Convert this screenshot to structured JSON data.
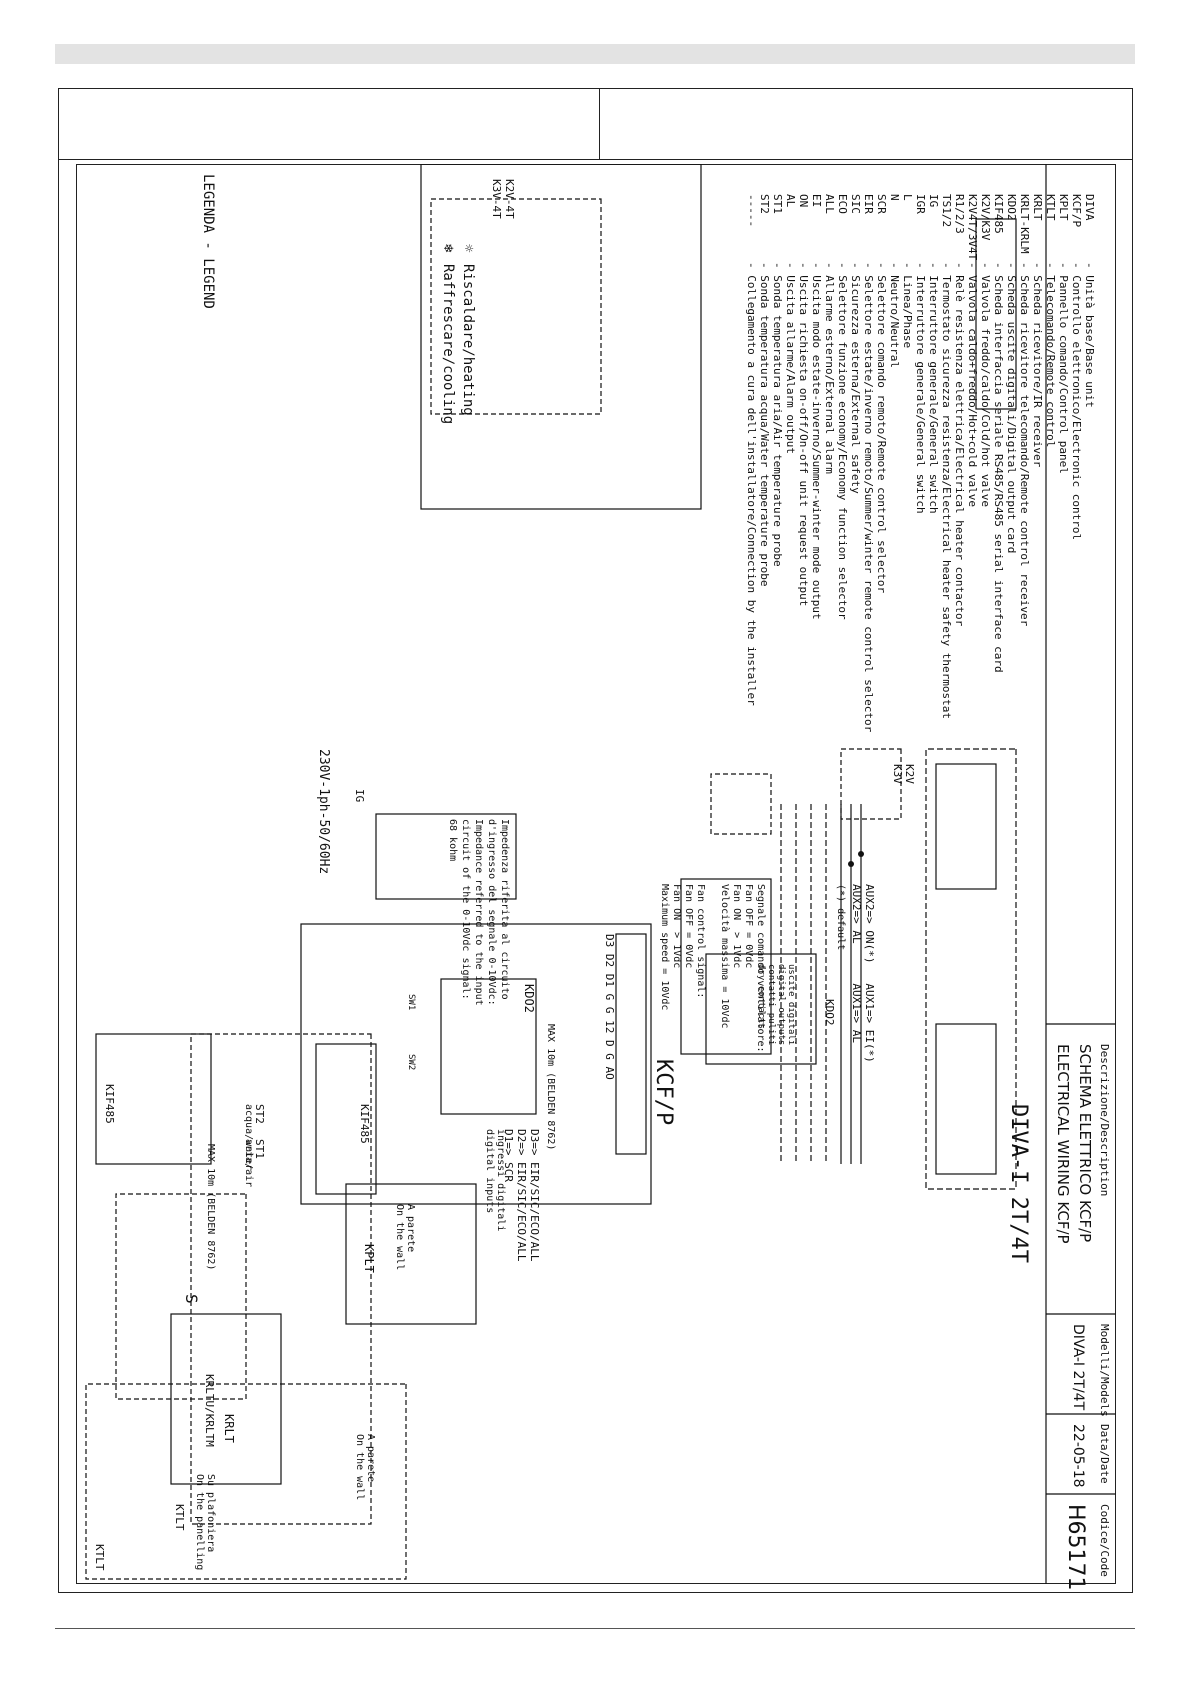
{
  "legend": {
    "title": "LEGENDA - LEGEND",
    "items": [
      {
        "code": "DIVA",
        "text": "- Unità base/Base unit"
      },
      {
        "code": "KCF/P",
        "text": "- Controllo elettronico/Electronic control"
      },
      {
        "code": "KPLT",
        "text": "- Pannello comando/Control panel"
      },
      {
        "code": "KTLT",
        "text": "- Telecomando/Remote control"
      },
      {
        "code": "KRLT",
        "text": "- Scheda ricevitore/IR receiver"
      },
      {
        "code": "KRLT-KRLM",
        "text": "- Scheda ricevitore telecomando/Remote control receiver"
      },
      {
        "code": "KDO2",
        "text": "- Scheda uscite digitali/Digital output card"
      },
      {
        "code": "KIF485",
        "text": "- Scheda interfaccia seriale RS485/RS485 serial interface card"
      },
      {
        "code": "K2V/K3V",
        "text": "- Valvola freddo/caldo/Cold/hot valve"
      },
      {
        "code": "K2V4T/3V4T",
        "text": "- Valvola caldo+freddo/Hot+cold valve"
      },
      {
        "code": "R1/2/3",
        "text": "- Relè resistenza elettrica/Electrical heater contactor"
      },
      {
        "code": "TS1/2",
        "text": "- Termostato sicurezza resistenza/Electrical heater safety thermostat"
      },
      {
        "code": "IG",
        "text": "- Interruttore generale/General switch"
      },
      {
        "code": "IGR",
        "text": "- Interruttore generale/General switch"
      },
      {
        "code": "L",
        "text": "- Linea/Phase"
      },
      {
        "code": "N",
        "text": "- Neutro/Neutral"
      },
      {
        "code": "SCR",
        "text": "- Selettore comando remoto/Remote control selector"
      },
      {
        "code": "EIR",
        "text": "- Selettore estate/inverno remoto/Summer/winter remote control selector"
      },
      {
        "code": "SIC",
        "text": "- Sicurezza esterna/External safety"
      },
      {
        "code": "ECO",
        "text": "- Selettore funzione economy/Economy function selector"
      },
      {
        "code": "ALL",
        "text": "- Allarme esterno/External alarm"
      },
      {
        "code": "EI",
        "text": "- Uscita modo estate-inverno/Summer-winter mode output"
      },
      {
        "code": "ON",
        "text": "- Uscita richiesta on-off/On-off unit request output"
      },
      {
        "code": "AL",
        "text": "- Uscita allarme/Alarm output"
      },
      {
        "code": "ST1",
        "text": "- Sonda temperatura aria/Air temperature probe"
      },
      {
        "code": "ST2",
        "text": "- Sonda temperatura acqua/Water temperature probe"
      },
      {
        "code": "-----",
        "text": "- Collegamento a cura dell'installatore/Connection by the installer"
      }
    ]
  },
  "valve_legend": {
    "heating": "Riscaldare/heating",
    "cooling": "Raffrescare/cooling",
    "valve4t": "K2V-4T\nK3V-4T"
  },
  "labels": {
    "diva_title": "DIVA-I 2T/4T",
    "kcf_title": "KCF/P",
    "kdo2_ext": "KDO2",
    "kdo2_int": "KDO2",
    "kif485_int": "KIF485",
    "kif485_ext": "KIF485",
    "krltm": "KRLTU/KRLTM",
    "kplt": "KPLT",
    "krlt": "KRLT",
    "ktlt_1": "KTLT",
    "ktlt_2": "KTLT",
    "k2v": "K2V",
    "k3v": "K3V",
    "supply": "230V-1ph-50/60Hz",
    "ig": "IG",
    "st1": "ST1",
    "st1_sub": "aria/air",
    "st2": "ST2",
    "st2_sub": "acqua/water",
    "max_belden_1": "MAX 10m (BELDEN 8762)",
    "max_belden_2": "MAX 10m (BELDEN 8762)",
    "parete_1": "A parete\nOn the wall",
    "parete_2": "A parete\nOn the wall",
    "sul_plafoniera": "Su plafoniera\nOn the panelling",
    "d_inputs": "D3=> EIR/SIC/ECO/ALL\nD2=> EIR/SIC/ECO/ALL\nD1=> SCR",
    "ingressi": "ingressi digitali\ndigital inputs",
    "aux": "AUX2=> ON(*)   AUX1=> EI(*)\nAUX2=> AL      AUX1=> AL",
    "default": "(*) default",
    "uscite": "uscite digitali\ndigital outputs\ncontatti puliti\ndry contacts",
    "s_label": "S",
    "terminals_kcf": "D3 D2 D1 G G 12 D G AO",
    "sw1": "SW1",
    "sw2": "SW2"
  },
  "fan_signal_box": {
    "lines": [
      "Segnale comando ventilatore:",
      "Fan OFF = 0Vdc",
      "Fan ON  > 1Vdc",
      "Velocità massima = 10Vdc",
      "",
      "Fan control signal:",
      "Fan OFF = 0Vdc",
      "Fan ON  > 1Vdc",
      "Maximum speed = 10Vdc"
    ]
  },
  "impedance_box": {
    "lines": [
      "Impedenza riferita al circuito",
      "d'ingresso del segnale 0-10Vdc:",
      "Impedance referred to the input",
      "circuit of the 0-10Vdc signal:",
      "68 kohm"
    ]
  },
  "title_block": {
    "description_label": "Descrizione/Description",
    "description_line1": "SCHEMA ELETTRICO KCF/P",
    "description_line2": "ELECTRICAL WIRING KCF/P",
    "models_label": "Modelli/Models",
    "models_value": "DIVA-I 2T/4T",
    "date_label": "Data/Date",
    "date_value": "22-05-18",
    "code_label": "Codice/Code",
    "code_value": "H65171"
  }
}
